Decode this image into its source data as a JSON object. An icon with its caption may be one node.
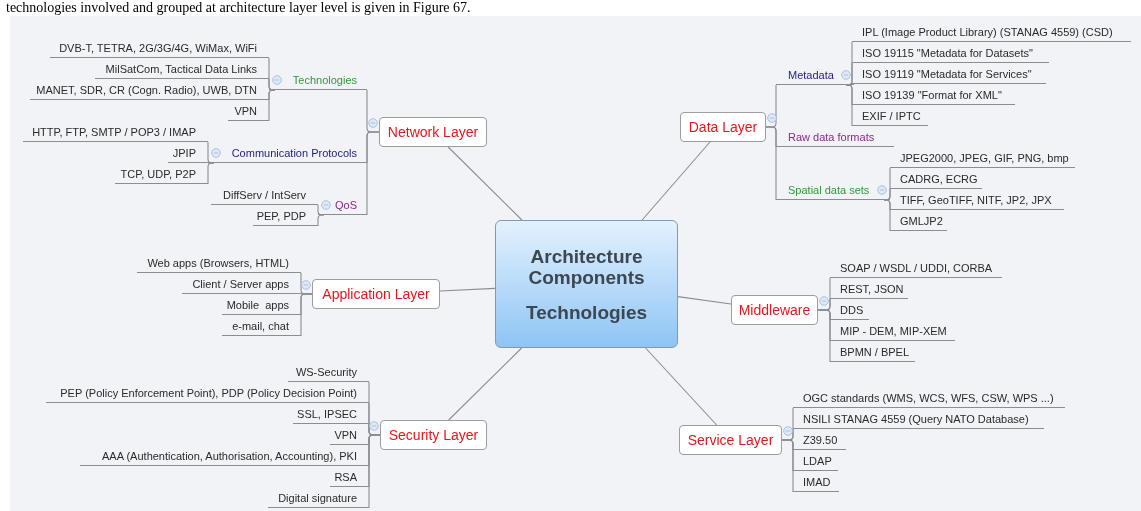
{
  "diagram": {
    "nodes": [
      {
        "text": [
          "Architecture Components",
          "Technologies"
        ]
      },
      {
        "text": [
          "Network Layer"
        ]
      },
      {
        "text": [
          "Technologies"
        ]
      },
      {
        "text": [
          "DVB-T, TETRA, 2G/3G/4G, WiMax, WiFi"
        ]
      },
      {
        "text": [
          "MilSatCom, Tactical Data Links"
        ]
      },
      {
        "text": [
          "MANET, SDR, CR (Cogn. Radio), UWB, DTN"
        ]
      },
      {
        "text": [
          "VPN"
        ]
      },
      {
        "text": [
          "Communication Protocols"
        ]
      },
      {
        "text": [
          "HTTP, FTP, SMTP / POP3 / IMAP"
        ]
      },
      {
        "text": [
          "JPIP"
        ]
      },
      {
        "text": [
          "TCP, UDP, P2P"
        ]
      },
      {
        "text": [
          "QoS"
        ]
      },
      {
        "text": [
          "DiffServ / IntServ"
        ]
      },
      {
        "text": [
          "PEP, PDP"
        ]
      },
      {
        "text": [
          "Data Layer"
        ]
      },
      {
        "text": [
          "Metadata"
        ]
      },
      {
        "text": [
          "IPL (Image Product Library) (STANAG 4559) (CSD)"
        ]
      },
      {
        "text": [
          "ISO 19115 \"Metadata for Datasets\""
        ]
      },
      {
        "text": [
          "ISO 19119 \"Metadata for Services\""
        ]
      },
      {
        "text": [
          "ISO 19139 \"Format for XML\""
        ]
      },
      {
        "text": [
          "EXIF / IPTC"
        ]
      },
      {
        "text": [
          "Raw data formats"
        ]
      },
      {
        "text": [
          "Spatial data sets"
        ]
      },
      {
        "text": [
          "JPEG2000, JPEG, GIF, PNG, bmp"
        ]
      },
      {
        "text": [
          "CADRG, ECRG"
        ]
      },
      {
        "text": [
          "TIFF, GeoTIFF, NITF, JP2, JPX"
        ]
      },
      {
        "text": [
          "GMLJP2"
        ]
      },
      {
        "text": [
          "Application Layer"
        ]
      },
      {
        "text": [
          "Web apps (Browsers, HTML)"
        ]
      },
      {
        "text": [
          "Client / Server apps"
        ]
      },
      {
        "text": [
          "Mobile  apps"
        ]
      },
      {
        "text": [
          "e-mail, chat"
        ]
      },
      {
        "text": [
          "Middleware"
        ]
      },
      {
        "text": [
          "SOAP / WSDL / UDDI, CORBA"
        ]
      },
      {
        "text": [
          "REST, JSON"
        ]
      },
      {
        "text": [
          "DDS"
        ]
      },
      {
        "text": [
          "MIP - DEM, MIP-XEM"
        ]
      },
      {
        "text": [
          "BPMN / BPEL"
        ]
      },
      {
        "text": [
          "Security Layer"
        ]
      },
      {
        "text": [
          "WS-Security"
        ]
      },
      {
        "text": [
          "PEP (Policy Enforcement Point), PDP (Policy Decision Point)"
        ]
      },
      {
        "text": [
          "SSL, IPSEC"
        ]
      },
      {
        "text": [
          "VPN"
        ]
      },
      {
        "text": [
          "AAA (Authentication, Authorisation, Accounting), PKI"
        ]
      },
      {
        "text": [
          "RSA"
        ]
      },
      {
        "text": [
          "Digital signature"
        ]
      },
      {
        "text": [
          "Service Layer"
        ]
      },
      {
        "text": [
          "OGC standards (WMS, WCS, WFS, CSW, WPS ...)"
        ]
      },
      {
        "text": [
          "NSILI STANAG 4559 (Query NATO Database)"
        ]
      },
      {
        "text": [
          "Z39.50"
        ]
      },
      {
        "text": [
          "LDAP"
        ]
      },
      {
        "text": [
          "IMAD"
        ]
      }
    ],
    "edges": [
      {
        "from": 0,
        "to": 1,
        "arrow": "none"
      },
      {
        "from": 0,
        "to": 14,
        "arrow": "none"
      },
      {
        "from": 0,
        "to": 27,
        "arrow": "none"
      },
      {
        "from": 0,
        "to": 32,
        "arrow": "none"
      },
      {
        "from": 0,
        "to": 38,
        "arrow": "none"
      },
      {
        "from": 0,
        "to": 46,
        "arrow": "none"
      },
      {
        "from": 1,
        "to": 2,
        "arrow": "none"
      },
      {
        "from": 1,
        "to": 7,
        "arrow": "none"
      },
      {
        "from": 1,
        "to": 11,
        "arrow": "none"
      },
      {
        "from": 2,
        "to": 3,
        "arrow": "none"
      },
      {
        "from": 2,
        "to": 4,
        "arrow": "none"
      },
      {
        "from": 2,
        "to": 5,
        "arrow": "none"
      },
      {
        "from": 2,
        "to": 6,
        "arrow": "none"
      },
      {
        "from": 7,
        "to": 8,
        "arrow": "none"
      },
      {
        "from": 7,
        "to": 9,
        "arrow": "none"
      },
      {
        "from": 7,
        "to": 10,
        "arrow": "none"
      },
      {
        "from": 11,
        "to": 12,
        "arrow": "none"
      },
      {
        "from": 11,
        "to": 13,
        "arrow": "none"
      },
      {
        "from": 14,
        "to": 15,
        "arrow": "none"
      },
      {
        "from": 14,
        "to": 21,
        "arrow": "none"
      },
      {
        "from": 14,
        "to": 22,
        "arrow": "none"
      },
      {
        "from": 15,
        "to": 16,
        "arrow": "none"
      },
      {
        "from": 15,
        "to": 17,
        "arrow": "none"
      },
      {
        "from": 15,
        "to": 18,
        "arrow": "none"
      },
      {
        "from": 15,
        "to": 19,
        "arrow": "none"
      },
      {
        "from": 15,
        "to": 20,
        "arrow": "none"
      },
      {
        "from": 22,
        "to": 23,
        "arrow": "none"
      },
      {
        "from": 22,
        "to": 24,
        "arrow": "none"
      },
      {
        "from": 22,
        "to": 25,
        "arrow": "none"
      },
      {
        "from": 22,
        "to": 26,
        "arrow": "none"
      },
      {
        "from": 27,
        "to": 28,
        "arrow": "none"
      },
      {
        "from": 27,
        "to": 29,
        "arrow": "none"
      },
      {
        "from": 27,
        "to": 30,
        "arrow": "none"
      },
      {
        "from": 27,
        "to": 31,
        "arrow": "none"
      },
      {
        "from": 32,
        "to": 33,
        "arrow": "none"
      },
      {
        "from": 32,
        "to": 34,
        "arrow": "none"
      },
      {
        "from": 32,
        "to": 35,
        "arrow": "none"
      },
      {
        "from": 32,
        "to": 36,
        "arrow": "none"
      },
      {
        "from": 32,
        "to": 37,
        "arrow": "none"
      },
      {
        "from": 38,
        "to": 39,
        "arrow": "none"
      },
      {
        "from": 38,
        "to": 40,
        "arrow": "none"
      },
      {
        "from": 38,
        "to": 41,
        "arrow": "none"
      },
      {
        "from": 38,
        "to": 42,
        "arrow": "none"
      },
      {
        "from": 38,
        "to": 43,
        "arrow": "none"
      },
      {
        "from": 38,
        "to": 44,
        "arrow": "none"
      },
      {
        "from": 38,
        "to": 45,
        "arrow": "none"
      },
      {
        "from": 46,
        "to": 47,
        "arrow": "none"
      },
      {
        "from": 46,
        "to": 48,
        "arrow": "none"
      },
      {
        "from": 46,
        "to": 49,
        "arrow": "none"
      },
      {
        "from": 46,
        "to": 50,
        "arrow": "none"
      },
      {
        "from": 46,
        "to": 51,
        "arrow": "none"
      }
    ],
    "labels": [
      "technologies involved and grouped at architecture layer level is given in Figure 67."
    ]
  }
}
